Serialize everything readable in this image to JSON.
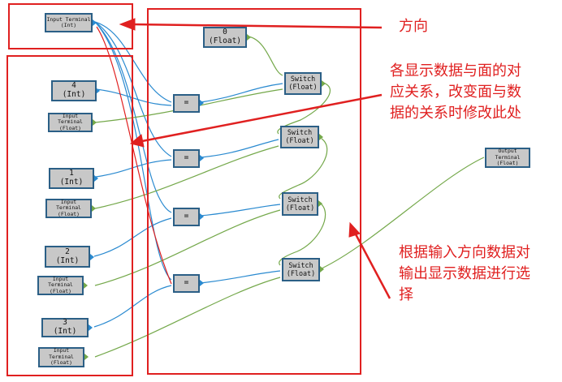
{
  "nodes": {
    "direction_input": "Input Terminal\n(Int)",
    "const_4": "4\n(Int)",
    "input_float_1": "Input Terminal\n(Float)",
    "const_1": "1\n(Int)",
    "input_float_2": "Input Terminal\n(Float)",
    "const_2": "2\n(Int)",
    "input_float_3": "Input Terminal\n(Float)",
    "const_3": "3\n(Int)",
    "input_float_4": "Input Terminal\n(Float)",
    "const_0": "0\n(Float)",
    "eq_1": "=",
    "eq_2": "=",
    "eq_3": "=",
    "eq_4": "=",
    "switch_1": "Switch\n(Float)",
    "switch_2": "Switch\n(Float)",
    "switch_3": "Switch\n(Float)",
    "switch_4": "Switch\n(Float)",
    "output": "Output Terminal\n(Float)"
  },
  "annotations": {
    "direction": "方向",
    "mapping": "各显示数据与面的对\n应关系，改变面与数\n据的关系时修改此处",
    "select": "根据输入方向数据对\n输出显示数据进行选\n择"
  },
  "colors": {
    "highlight": "#e02020",
    "blue_wire": "#2a8ad0",
    "green_wire": "#74a84a",
    "node_fill": "#c8c8c8",
    "node_border": "#2b5f86"
  }
}
